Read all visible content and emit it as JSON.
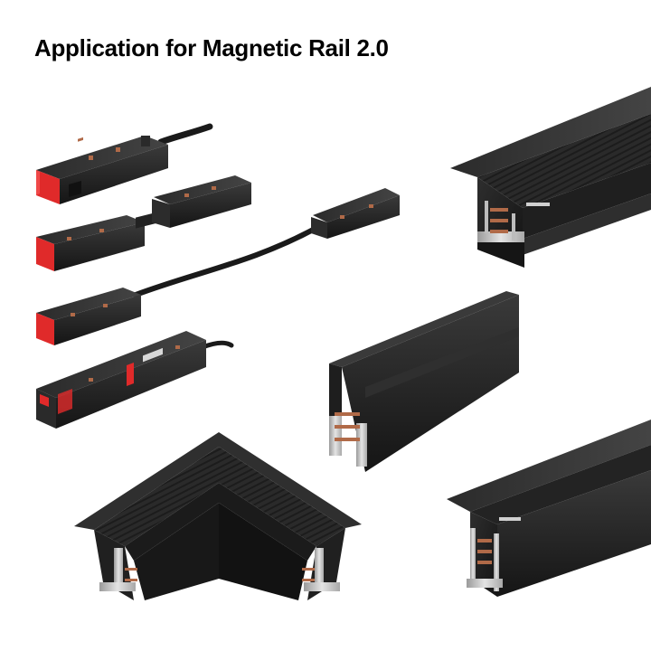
{
  "page": {
    "title": "Application for Magnetic Rail 2.0",
    "background": "#ffffff"
  },
  "palette": {
    "black": "#161616",
    "dark": "#2a2a2a",
    "mid": "#3d3d3d",
    "face": "#232323",
    "aluminum": "#c9c9c9",
    "copper": "#b06a48",
    "red": "#e02a2a",
    "cable": "#1a1a1a"
  },
  "products": [
    {
      "id": "connector-end-feed",
      "icon": "end-feed-connector"
    },
    {
      "id": "connector-straight",
      "icon": "straight-connector"
    },
    {
      "id": "connector-flexible",
      "icon": "flexible-connector"
    },
    {
      "id": "connector-power-feed",
      "icon": "power-feed-connector"
    },
    {
      "id": "rail-recessed-trimmed",
      "icon": "recessed-rail"
    },
    {
      "id": "rail-surface-mounted",
      "icon": "surface-rail"
    },
    {
      "id": "rail-corner-l",
      "icon": "corner-rail"
    },
    {
      "id": "rail-recessed-trimless",
      "icon": "trimless-rail"
    }
  ]
}
